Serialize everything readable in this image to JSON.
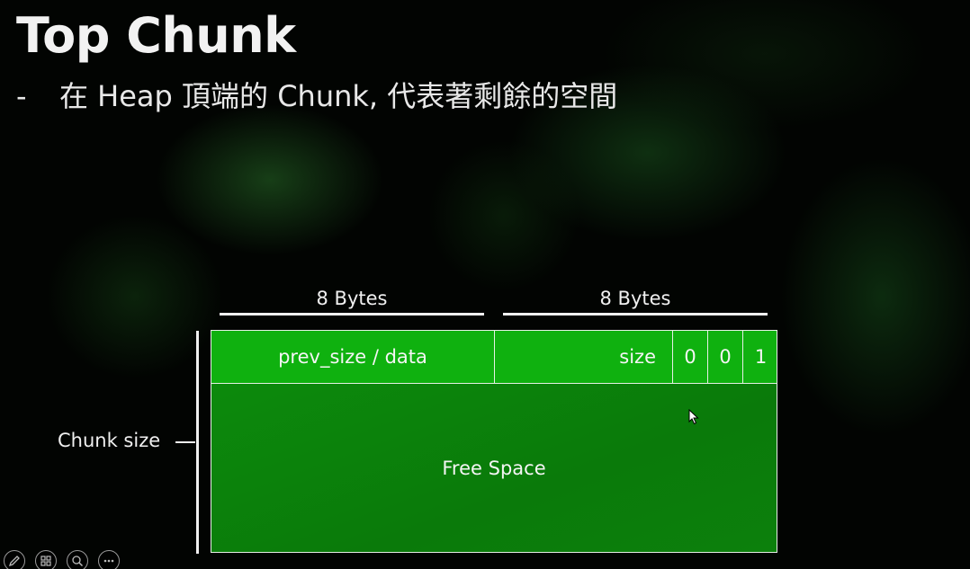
{
  "slide": {
    "title": "Top Chunk",
    "bullet": {
      "marker": "-",
      "text": "在 Heap 頂端的 Chunk, 代表著剩餘的空間"
    }
  },
  "diagram": {
    "bytes_labels": [
      "8 Bytes",
      "8 Bytes"
    ],
    "chunk_size_label": "Chunk size",
    "header": {
      "prev_size": "prev_size / data",
      "size": "size",
      "bits": [
        "0",
        "0",
        "1"
      ]
    },
    "free_space": "Free Space",
    "colors": {
      "header": "#0fb10f",
      "body": "#0a7a0a",
      "border": "#e6f0e6"
    }
  },
  "toolbar": {
    "buttons": [
      "pen-icon",
      "slides-grid-icon",
      "zoom-icon",
      "more-options-icon"
    ]
  }
}
